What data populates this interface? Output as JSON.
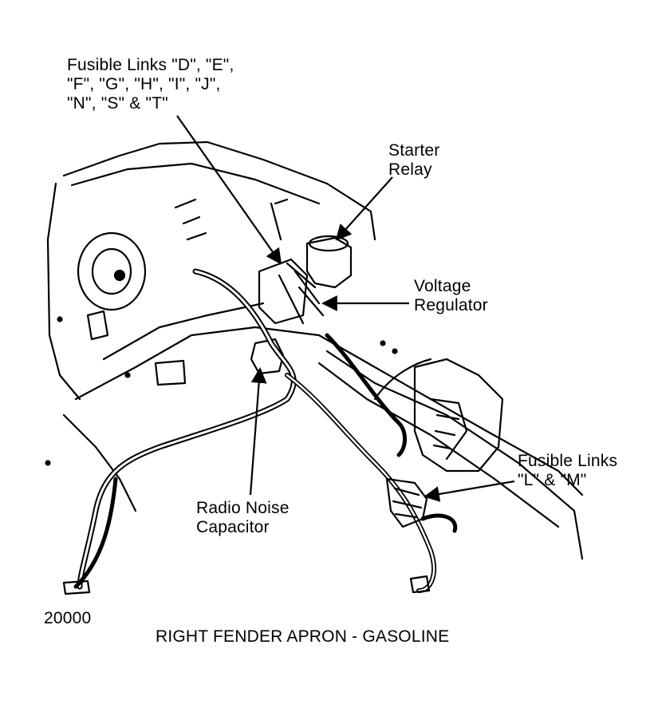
{
  "callouts": {
    "fusible_links_dej": [
      "Fusible Links \"D\", \"E\",",
      "\"F\", \"G\", \"H\", \"I\", \"J\",",
      "\"N\", \"S\" & \"T\""
    ],
    "starter_relay": [
      "Starter",
      "Relay"
    ],
    "voltage_regulator": [
      "Voltage",
      "Regulator"
    ],
    "fusible_links_lm": [
      "Fusible Links",
      "\"L\" & \"M\""
    ],
    "radio_noise_capacitor": [
      "Radio Noise",
      "Capacitor"
    ]
  },
  "figure_code": "20000",
  "caption": "RIGHT FENDER APRON - GASOLINE"
}
